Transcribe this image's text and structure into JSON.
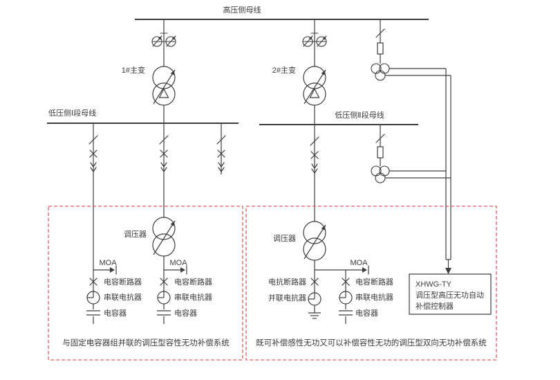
{
  "diagram": {
    "hv_bus_label": "高压侧母线",
    "lv_bus1_label": "低压侧Ⅰ段母线",
    "lv_bus2_label": "低压侧Ⅱ段母线",
    "transformer1_label": "1#主变",
    "transformer2_label": "2#主变",
    "left_system": {
      "regulator_label": "调压器",
      "branch1": {
        "moa": "MOA",
        "breaker": "电容断路器",
        "series_reactor": "串联电抗器",
        "capacitor": "电容器"
      },
      "branch2": {
        "moa": "MOA",
        "breaker": "电容断路器",
        "series_reactor": "串联电抗器",
        "capacitor": "电容器"
      },
      "caption": "与固定电容器组并联的调压型容性无功补偿系统"
    },
    "right_system": {
      "regulator_label": "调压器",
      "moa": "MOA",
      "reactor_breaker": "电抗断路器",
      "shunt_reactor": "并联电抗器",
      "capacitor_breaker": "电容断路器",
      "series_reactor": "串联电抗器",
      "capacitor": "电容器",
      "caption": "既可补偿感性无功又可以补偿容性无功的调压型双向无功补偿系统",
      "controller": {
        "line1": "XHWG-TY",
        "line2": "调压型高压无功自动",
        "line3": "补偿控制器"
      }
    },
    "colors": {
      "line": "#3d3d3d",
      "box_border": "#e05c5c",
      "background": "#ffffff"
    }
  }
}
